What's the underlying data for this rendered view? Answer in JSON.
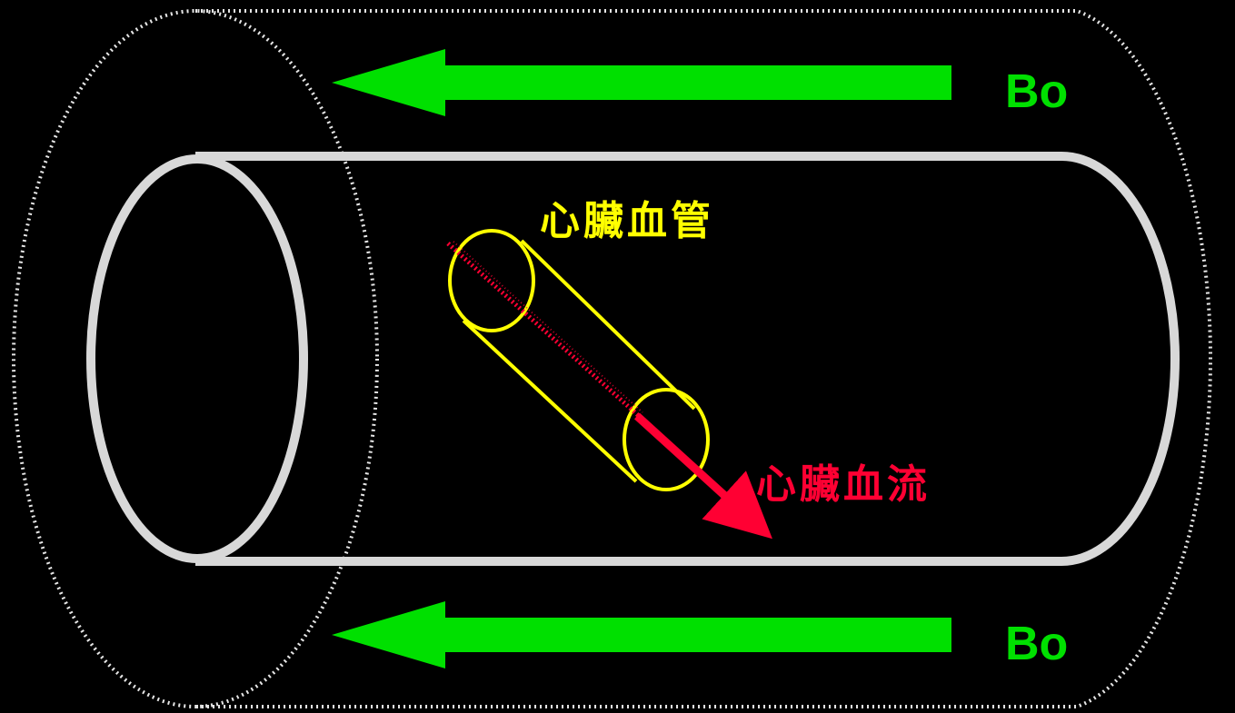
{
  "labels": {
    "field_top": "Bo",
    "field_bottom": "Bo",
    "vessel": "心臟血管",
    "flow": "心臟血流"
  },
  "colors": {
    "background": "#000000",
    "field_arrow": "#00e000",
    "bore": "#d8d8d8",
    "magnet_outline": "#e6e6e6",
    "vessel": "#ffff00",
    "flow": "#ff0033"
  }
}
